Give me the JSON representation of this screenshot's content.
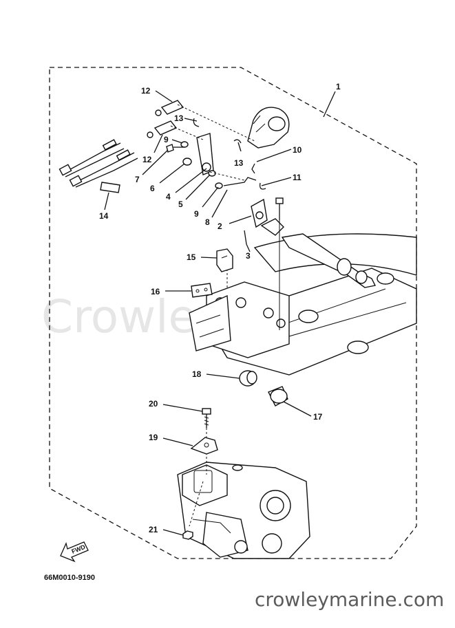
{
  "watermark": {
    "center_text": "CrowleyMarine",
    "site_text": "crowleymarine.com"
  },
  "drawing_code": "66M0010-9190",
  "fwd_label": "FWD",
  "callouts": [
    {
      "id": "1",
      "label": "1"
    },
    {
      "id": "2",
      "label": "2"
    },
    {
      "id": "3",
      "label": "3"
    },
    {
      "id": "4",
      "label": "4"
    },
    {
      "id": "5",
      "label": "5"
    },
    {
      "id": "6",
      "label": "6"
    },
    {
      "id": "7",
      "label": "7"
    },
    {
      "id": "8",
      "label": "8"
    },
    {
      "id": "9a",
      "label": "9"
    },
    {
      "id": "9b",
      "label": "9"
    },
    {
      "id": "10",
      "label": "10"
    },
    {
      "id": "11",
      "label": "11"
    },
    {
      "id": "12a",
      "label": "12"
    },
    {
      "id": "12b",
      "label": "12"
    },
    {
      "id": "13a",
      "label": "13"
    },
    {
      "id": "13b",
      "label": "13"
    },
    {
      "id": "14",
      "label": "14"
    },
    {
      "id": "15",
      "label": "15"
    },
    {
      "id": "16",
      "label": "16"
    },
    {
      "id": "17",
      "label": "17"
    },
    {
      "id": "18",
      "label": "18"
    },
    {
      "id": "19",
      "label": "19"
    },
    {
      "id": "20",
      "label": "20"
    },
    {
      "id": "21",
      "label": "21"
    }
  ]
}
